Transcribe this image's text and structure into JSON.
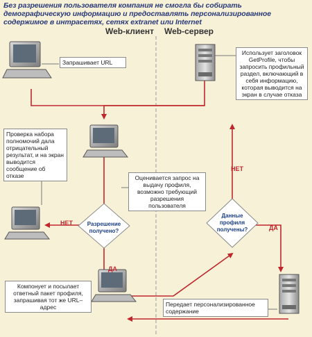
{
  "caption": "Без разрешения пользователя компания не смогла бы собирать демографическую информацию и предоставлять персонализированное содержимое в интрасетях, сетях extranet или Internet",
  "columns": {
    "client": "Web-клиент",
    "server": "Web-сервер"
  },
  "notes": {
    "request_url": "Запрашивает URL",
    "server_header": "Использует заголовок GetProfile, чтобы запросить профильный раздел, включающий в себя информацию, которая выводится на экран в случае отказа",
    "evaluate": "Оценивается запрос на выдачу профиля, возможно требующий разрешения пользователя",
    "check_failed": "Проверка набора полномочий дала отрицательный результат, и на экран выводится сообщение об отказе",
    "compose": "Компонует и посылает ответный пакет профиля, запрашивая тот же URL–адрес",
    "send_content": "Передает персонализированное содержание"
  },
  "decisions": {
    "permission": "Разрешение получено?",
    "data_received": "Данные профиля получены?"
  },
  "labels": {
    "no": "НЕТ",
    "yes": "ДА"
  },
  "colors": {
    "background": "#f7f1d8",
    "arrow": "#c0272d",
    "diamond": "#ffffff",
    "diamond_text": "#1d3f8a",
    "caption_text": "#2a3a78"
  },
  "icons": [
    "monitor-icon",
    "server-tower-icon"
  ]
}
